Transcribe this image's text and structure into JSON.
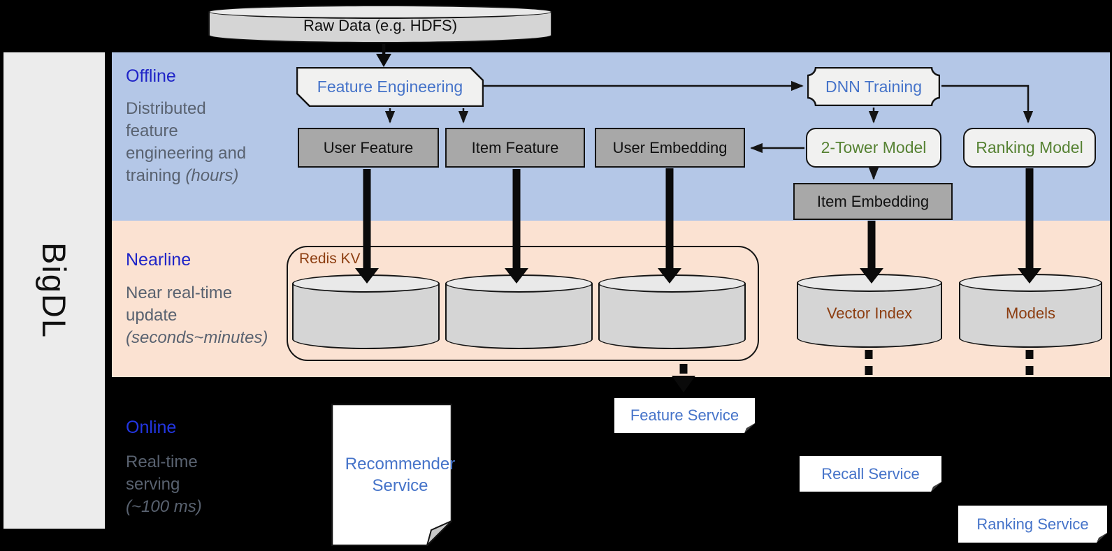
{
  "brand": {
    "label": "BigDL"
  },
  "colors": {
    "canvas_bg": "#000000",
    "offline_band": "#b4c7e7",
    "nearline_band": "#fbe2d2",
    "sidebar_bg": "#ececec",
    "section_title_blue": "#1f24c7",
    "online_title_blue": "#2336e3",
    "description_gray": "#596270",
    "node_text_blue": "#4573c9",
    "node_text_green": "#568233",
    "node_text_brown": "#8c3d10",
    "gray_box_fill": "#a8a8a8",
    "light_box_fill": "#f1f1f0",
    "cylinder_fill": "#d5d5d5"
  },
  "pipeline": {
    "raw_data": {
      "label": "Raw Data (e.g. HDFS)"
    },
    "offline": {
      "title": "Offline",
      "desc": "Distributed feature engineering and training ",
      "desc_italic": "(hours)",
      "nodes": {
        "feature_engineering": "Feature Engineering",
        "dnn_training": "DNN Training",
        "user_feature": "User Feature",
        "item_feature": "Item Feature",
        "user_embedding": "User Embedding",
        "two_tower_model": "2-Tower Model",
        "ranking_model": "Ranking Model",
        "item_embedding": "Item Embedding"
      }
    },
    "nearline": {
      "title": "Nearline",
      "desc": "Near real-time update ",
      "desc_italic": "(seconds~minutes)",
      "nodes": {
        "redis_kv": "Redis KV",
        "vector_index": "Vector Index",
        "models": "Models"
      }
    },
    "online": {
      "title": "Online",
      "desc": "Real-time serving ",
      "desc_italic": "(~100 ms)",
      "nodes": {
        "recommender_service": "Recommender Service",
        "feature_service": "Feature Service",
        "recall_service": "Recall Service",
        "ranking_service": "Ranking Service"
      }
    }
  }
}
